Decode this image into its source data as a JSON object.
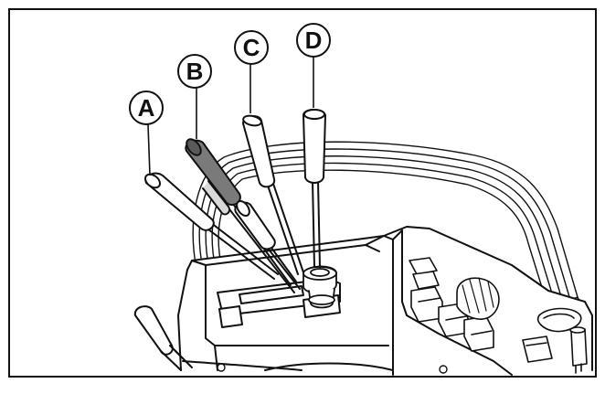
{
  "callouts": {
    "a": "A",
    "b": "B",
    "c": "C",
    "d": "D"
  },
  "colors": {
    "ink": "#111111",
    "paper": "#ffffff",
    "shade": "#7a7a7a",
    "light_shade": "#d9d9d9"
  }
}
